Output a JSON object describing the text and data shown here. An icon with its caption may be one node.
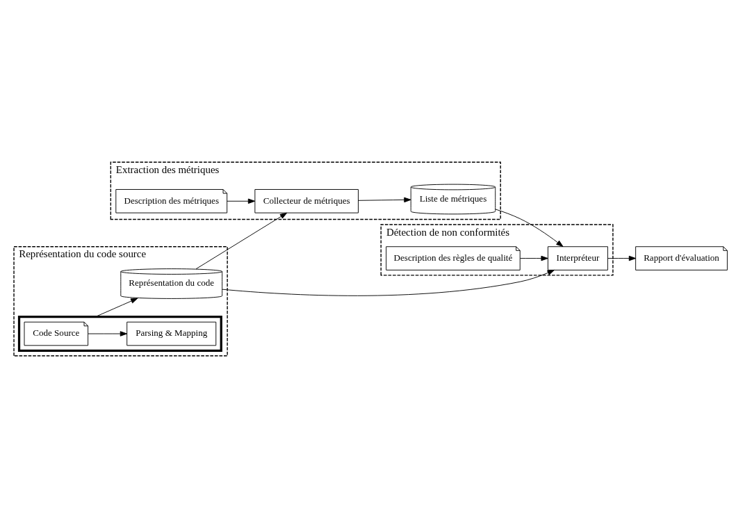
{
  "diagram": {
    "nodes": [
      {
        "text": [
          "Représentation du code source"
        ]
      },
      {
        "text": [],
        "shape": "box",
        "in": 0
      },
      {
        "text": [
          "Code Source"
        ],
        "in": 1
      },
      {
        "text": [
          "Parsing & Mapping"
        ],
        "in": 1
      },
      {
        "text": [
          "Représentation du code"
        ],
        "in": 0
      },
      {
        "text": [
          "Extraction des métriques"
        ]
      },
      {
        "text": [
          "Collecteur de métriques"
        ],
        "in": 5
      },
      {
        "text": [
          "Description des métriques"
        ],
        "in": 5
      },
      {
        "text": [
          "Liste de métriques"
        ],
        "in": 5
      },
      {
        "text": [
          "Détection de non conformités"
        ]
      },
      {
        "text": [
          "Description des règles de qualité"
        ],
        "in": 9
      },
      {
        "text": [
          "Interpréteur"
        ],
        "in": 9
      },
      {
        "text": [
          "Rapport d'évaluation"
        ]
      }
    ],
    "edges": [
      {
        "from": 2,
        "to": 3,
        "arrow": "to"
      },
      {
        "from": 1,
        "to": 4,
        "arrow": "to"
      },
      {
        "from": 4,
        "to": 6,
        "arrow": "to"
      },
      {
        "from": 7,
        "to": 6,
        "arrow": "to"
      },
      {
        "from": 6,
        "to": 8,
        "arrow": "to"
      },
      {
        "from": 8,
        "to": 11,
        "arrow": "to"
      },
      {
        "from": 4,
        "to": 11,
        "arrow": "to"
      },
      {
        "from": 10,
        "to": 11,
        "arrow": "to"
      },
      {
        "from": 11,
        "to": 12,
        "arrow": "to"
      }
    ]
  }
}
